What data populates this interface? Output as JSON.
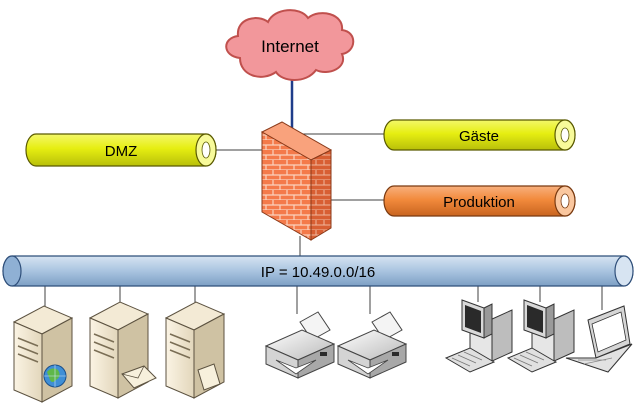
{
  "cloud": {
    "label": "Internet",
    "fill": "#f2979b",
    "stroke": "#c0504d"
  },
  "segments": {
    "dmz": {
      "label": "DMZ",
      "fill": "#e6ee11"
    },
    "guests": {
      "label": "Gäste",
      "fill": "#e6ee11"
    },
    "production": {
      "label": "Produktion",
      "fill": "#f28a3c"
    }
  },
  "backbone": {
    "label": "IP = 10.49.0.0/16",
    "fill": "#a9c4e0"
  },
  "firewall": {
    "icon": "firewall-icon",
    "fill": "#f47a4a"
  },
  "devices": [
    {
      "name": "web-server-icon",
      "kind": "server",
      "badge": "globe"
    },
    {
      "name": "mail-server-icon",
      "kind": "server",
      "badge": "mail"
    },
    {
      "name": "file-server-icon",
      "kind": "server",
      "badge": "file"
    },
    {
      "name": "printer-1-icon",
      "kind": "printer"
    },
    {
      "name": "printer-2-icon",
      "kind": "printer"
    },
    {
      "name": "workstation-1-icon",
      "kind": "workstation"
    },
    {
      "name": "workstation-2-icon",
      "kind": "workstation"
    },
    {
      "name": "laptop-icon",
      "kind": "laptop"
    }
  ]
}
